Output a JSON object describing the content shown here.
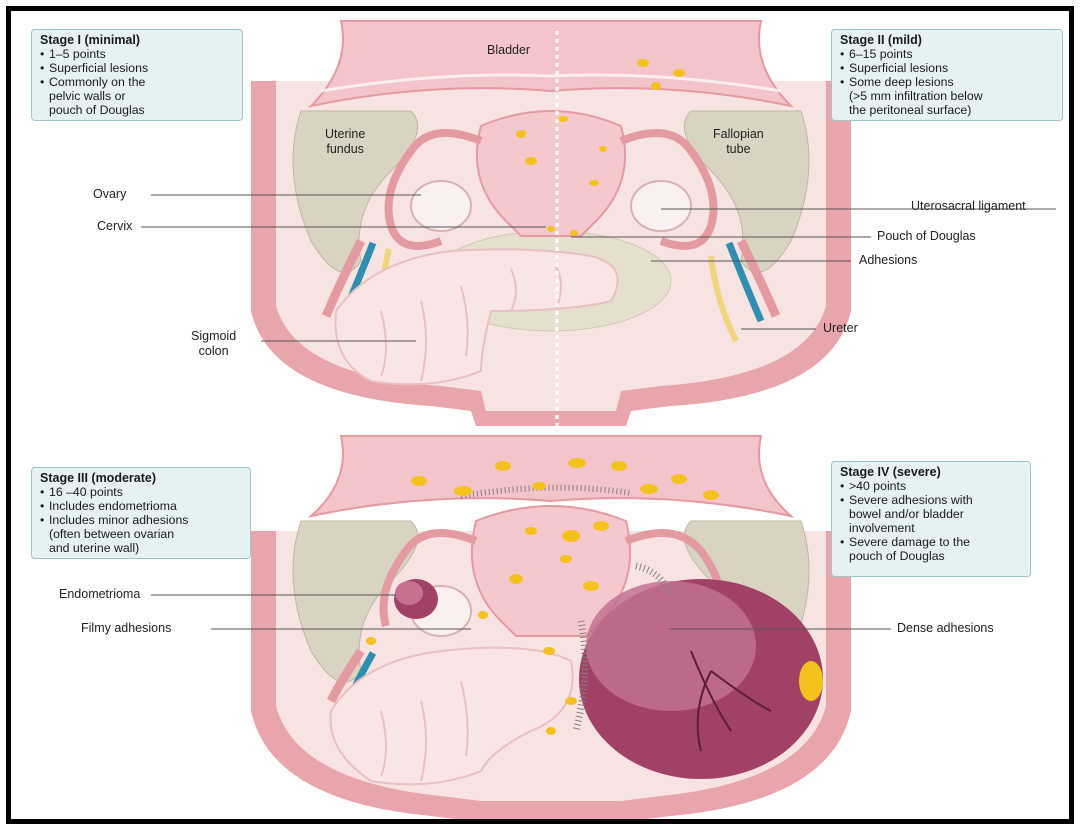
{
  "stages": [
    {
      "title": "Stage I (minimal)",
      "points": [
        "1–5 points",
        "Superficial lesions",
        "Commonly on the\npelvic walls or\npouch of Douglas"
      ]
    },
    {
      "title": "Stage II (mild)",
      "points": [
        "6–15 points",
        "Superficial lesions",
        "Some deep lesions\n(>5 mm infiltration below\nthe peritoneal surface)"
      ]
    },
    {
      "title": "Stage III (moderate)",
      "points": [
        "16 –40 points",
        "Includes endometrioma",
        "Includes minor adhesions\n(often between ovarian\nand uterine wall)"
      ]
    },
    {
      "title": "Stage IV (severe)",
      "points": [
        ">40 points",
        "Severe adhesions with\nbowel and/or bladder\ninvolvement",
        "Severe damage to the\npouch of Douglas"
      ]
    }
  ],
  "labels": {
    "bladder": "Bladder",
    "uterine_fundus": "Uterine\nfundus",
    "fallopian_tube": "Fallopian\ntube",
    "ovary": "Ovary",
    "cervix": "Cervix",
    "uterosacral_ligament": "Uterosacral ligament",
    "pouch_of_douglas": "Pouch of Douglas",
    "adhesions": "Adhesions",
    "sigmoid_colon": "Sigmoid\ncolon",
    "ureter": "Ureter",
    "endometrioma": "Endometrioma",
    "filmy_adhesions": "Filmy adhesions",
    "dense_adhesions": "Dense adhesions"
  },
  "colors": {
    "pelvis": "#f6dede",
    "pelvic_wall": "#e39aa0",
    "bone": "#d7d3bf",
    "uterus": "#f5c8cd",
    "lesion": "#f4c21d",
    "ureter": "#f0d57e",
    "vein": "#2e8fb0",
    "endometrioma": "#a24168",
    "box_fill": "#e6f2f2",
    "box_border": "#9dc7c6"
  }
}
